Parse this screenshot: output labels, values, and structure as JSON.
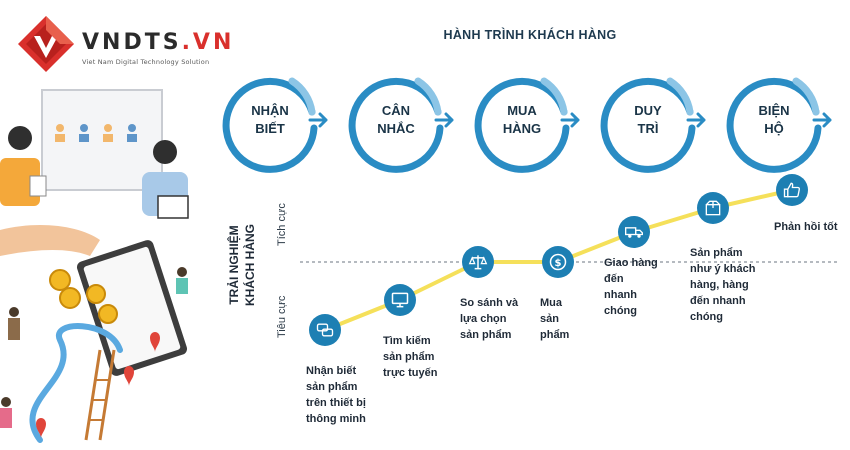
{
  "brand": {
    "name": "VNDTS",
    "domain": ".VN",
    "tagline": "Viet Nam Digital Technology Solution"
  },
  "title": "HÀNH TRÌNH KHÁCH HÀNG",
  "stages": [
    {
      "label": "NHẬN\nBIẾT"
    },
    {
      "label": "CÂN\nNHẮC"
    },
    {
      "label": "MUA\nHÀNG"
    },
    {
      "label": "DUY\nTRÌ"
    },
    {
      "label": "BIỆN\nHỘ"
    }
  ],
  "axis": {
    "title": "TRẢI NGHIỆM\nKHÁCH HÀNG",
    "positive": "Tích cực",
    "negative": "Tiêu cực"
  },
  "experience_steps": [
    {
      "label": "Nhận biết\nsản phẩm\ntrên thiết bị\nthông minh",
      "icon": "chat-icon",
      "level": -3
    },
    {
      "label": "Tìm kiếm\nsản phẩm\ntrực tuyến",
      "icon": "monitor-icon",
      "level": -2
    },
    {
      "label": "So sánh và\nlựa chọn\nsản phẩm",
      "icon": "scale-icon",
      "level": 0
    },
    {
      "label": "Mua\nsản\nphẩm",
      "icon": "dollar-icon",
      "level": 0
    },
    {
      "label": "Giao hàng\nđến\nnhanh\nchóng",
      "icon": "truck-icon",
      "level": 2
    },
    {
      "label": "Sản phẩm\nnhư ý khách\nhàng, hàng\nđến nhanh\nchóng",
      "icon": "box-icon",
      "level": 3
    },
    {
      "label": "Phản hồi tốt",
      "icon": "thumbs-up-icon",
      "level": 4
    }
  ],
  "colors": {
    "ring": "#2a8cc4",
    "ring_light": "#8cc5e6",
    "icon_fill": "#1d7fb3",
    "curve": "#f5e05a",
    "dashed": "#6b7680",
    "brand_red": "#d9302c"
  }
}
